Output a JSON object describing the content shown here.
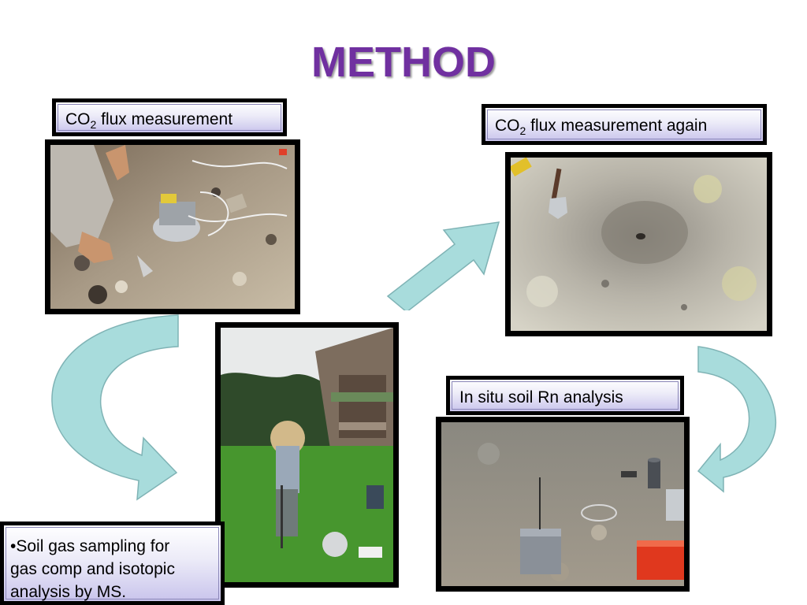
{
  "slide": {
    "title": "METHOD",
    "labels": {
      "co2_flux": {
        "prefix": "CO",
        "sub": "2",
        "rest": " flux measurement"
      },
      "co2_flux_again": {
        "prefix": "CO",
        "sub": "2",
        "rest": " flux measurement again"
      },
      "rn_analysis": "In situ soil Rn analysis",
      "soil_gas": {
        "line1": "•Soil gas sampling for",
        "line2": "gas comp and isotopic",
        "line3": "analysis by MS."
      }
    },
    "colors": {
      "title": "#7030a0",
      "arrow_fill": "#a8dcdc",
      "arrow_stroke": "#7fb3b5",
      "label_gradient_bottom": "#c9c4ec"
    }
  }
}
